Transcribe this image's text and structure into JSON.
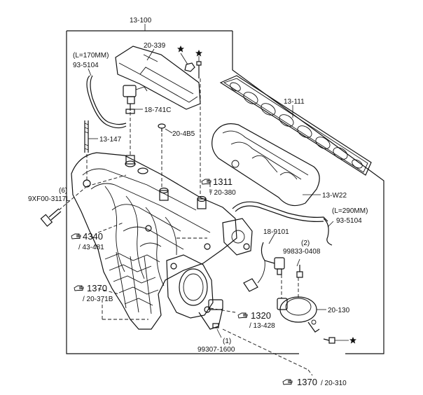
{
  "assembly": {
    "number": "13-100"
  },
  "labels": {
    "l_20_339": "20-339",
    "l_len170": "(L=170MM)",
    "l_93_5104_top": "93-5104",
    "l_18_741c": "18-741C",
    "l_20_485": "20-4B5",
    "l_13_147": "13-147",
    "l_13_111": "13-111",
    "l_13_w22": "13-W22",
    "l_len290": "(L=290MM)",
    "l_93_5104_right": "93-5104",
    "l_18_9101": "18-9101",
    "l_qty2": "(2)",
    "l_99833": "99833-0408",
    "l_20_130": "20-130",
    "l_qty1": "(1)",
    "l_99307": "99307-1600",
    "l_qty6": "(6)",
    "l_9xf00": "9XF00-3117L"
  },
  "refs": {
    "r1311_num": "1311",
    "r1311_sub": "/ 20-380",
    "r4340_num": "4340",
    "r4340_sub": "/ 43-481",
    "r1370_num": "1370",
    "r1370_sub": "/ 20-371B",
    "r1320_num": "1320",
    "r1320_sub": "/ 13-428",
    "r1370b_num": "1370",
    "r1370b_sub": "/ 20-310"
  },
  "icons": {
    "pointer": "hand-pointer-icon",
    "star": "star-icon"
  }
}
